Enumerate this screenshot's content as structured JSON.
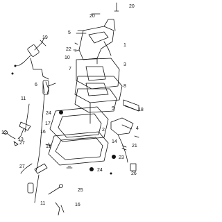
{
  "callouts": {
    "c20a": "20",
    "c20b": "20",
    "c19": "19",
    "c5": "5",
    "c1": "1",
    "c22": "22",
    "c10": "10",
    "c3": "3",
    "c7": "7",
    "c6": "6",
    "c8": "8",
    "c11a": "11",
    "c9": "9",
    "c24a": "24",
    "c18": "18",
    "c2": "2",
    "c4": "4",
    "c17": "17",
    "c16a": "16",
    "c12": "12",
    "c13": "13",
    "c21": "21",
    "c14": "14",
    "c27a": "27",
    "c27b": "27",
    "c15": "15",
    "c23": "23",
    "c24b": "24",
    "c26": "26",
    "c25": "25",
    "c11b": "11",
    "c16b": "16"
  }
}
